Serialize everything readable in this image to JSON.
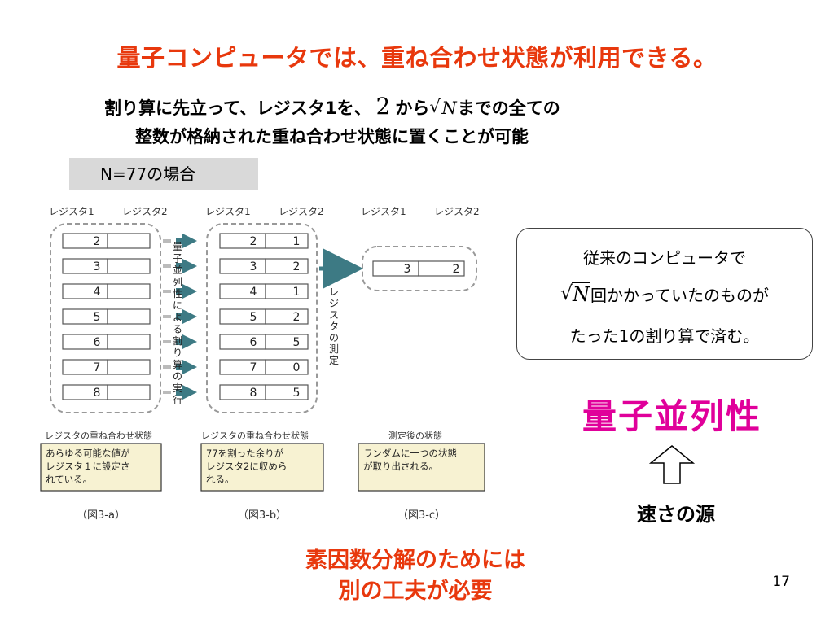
{
  "slide": {
    "title": "量子コンピュータでは、重ね合わせ状態が利用できる。",
    "subtitle": {
      "line1_pre": "割り算に先立って、レジスタ1を、",
      "line1_num": "2",
      "line1_mid": "から",
      "line1_math": "N",
      "line1_post": "までの全ての",
      "line2": "整数が格納された重ね合わせ状態に置くことが可能"
    },
    "case_label": "N=77の場合",
    "callout": {
      "line1": "従来のコンピュータで",
      "line2_math": "N",
      "line2_rest": "回かかっていたのものが",
      "line3": "たった1の割り算で済む。"
    },
    "parallel_label": "量子並列性",
    "source_label": "速さの源",
    "conclusion": {
      "line1": "素因数分解のためには",
      "line2": "別の工夫が必要"
    },
    "page_number": "17",
    "colors": {
      "title": "#e8380d",
      "emphasis": "#e0009a",
      "arrow": "#3d7a84"
    }
  },
  "figure": {
    "header_reg1": "レジスタ1",
    "header_reg2": "レジスタ2",
    "panel_a": {
      "reg1": [
        "2",
        "3",
        "4",
        "5",
        "6",
        "7",
        "8"
      ],
      "caption_title": "レジスタの重ね合わせ状態",
      "caption_lines": [
        "あらゆる可能な値が",
        "レジスタ１に設定さ",
        "れている。"
      ],
      "label": "（図3-a）"
    },
    "middle_arrow_text": [
      "量",
      "子",
      "並",
      "列",
      "性",
      "に",
      "よ",
      "る",
      "割",
      "り",
      "算",
      "の",
      "実",
      "行"
    ],
    "panel_b": {
      "reg1": [
        "2",
        "3",
        "4",
        "5",
        "6",
        "7",
        "8"
      ],
      "reg2": [
        "1",
        "2",
        "1",
        "2",
        "5",
        "0",
        "5"
      ],
      "caption_title": "レジスタの重ね合わせ状態",
      "caption_lines": [
        "77を割った余りが",
        "レジスタ2に収めら",
        "れる。"
      ],
      "label": "（図3-b）"
    },
    "measure_text": [
      "レ",
      "ジ",
      "ス",
      "タ",
      "の",
      "測",
      "定"
    ],
    "panel_c": {
      "reg1": "3",
      "reg2": "2",
      "caption_title": "測定後の状態",
      "caption_lines": [
        "ランダムに一つの状態",
        "が取り出される。"
      ],
      "label": "（図3-c）"
    }
  }
}
